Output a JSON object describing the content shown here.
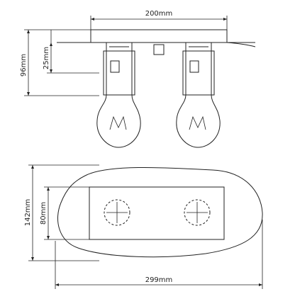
{
  "dimensions": {
    "plate_width": "200mm",
    "total_height": "96mm",
    "canopy_height": "25mm",
    "base_width": "299mm",
    "base_depth": "142mm",
    "plate_depth": "80mm"
  }
}
